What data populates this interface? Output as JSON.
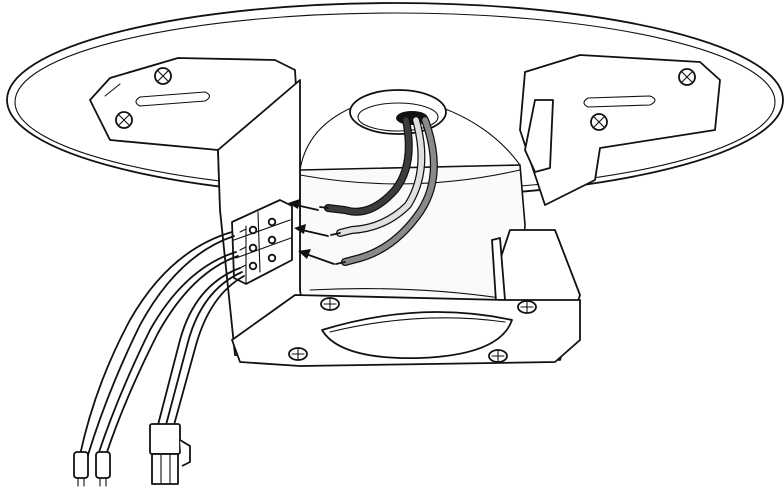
{
  "colors": {
    "line": "#111111",
    "background": "#ffffff",
    "wire_dark": "#3c3c3c",
    "wire_mid": "#8a8a8a",
    "wire_light": "#e0e0e0"
  },
  "icons": [
    "screw-icon",
    "connector-plug-icon",
    "arrow-icon"
  ],
  "parts": {
    "canopy": "ceiling-canopy-plate",
    "bracket": "mounting-bracket",
    "terminal_block": "three-position-terminal-block",
    "lead_wires": [
      "dark-gray-wire",
      "light-gray-wire",
      "medium-gray-wire"
    ]
  }
}
